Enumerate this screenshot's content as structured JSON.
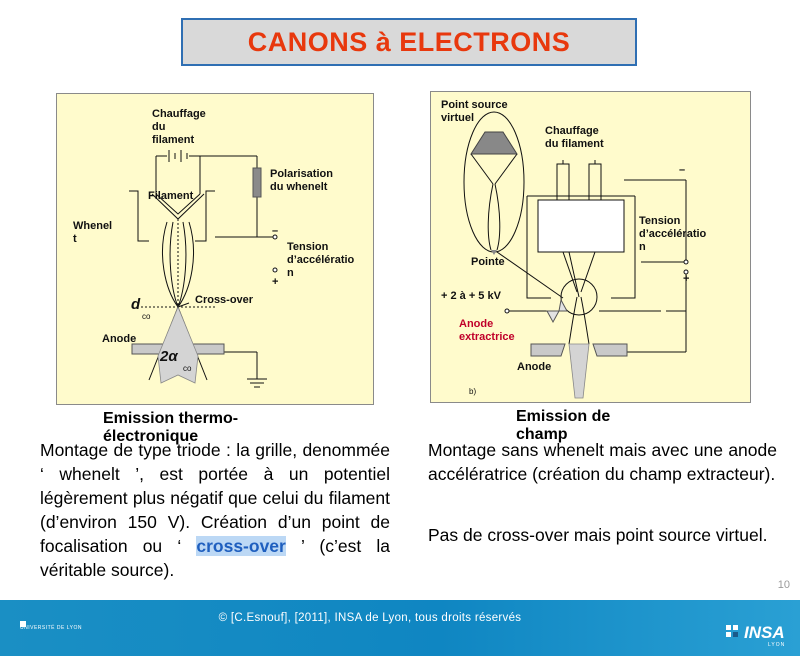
{
  "title": "CANONS à ELECTRONS",
  "left_figure": {
    "labels": {
      "chauffage": "Chauffage\ndu\nfilament",
      "polarisation": "Polarisation\ndu whenelt",
      "filament": "Filament",
      "whenelt": "Whenel\nt",
      "tension": "Tension\nd’accélératio\nn",
      "minus": "–",
      "plus": "+",
      "dco": "d",
      "dco_sub": "co",
      "crossover": "Cross-over",
      "anode": "Anode",
      "alpha": "2α",
      "alpha_sub": "co"
    },
    "caption": "Emission thermo-\nélectronique"
  },
  "right_figure": {
    "labels": {
      "point_source": "Point source\nvirtuel",
      "chauffage": "Chauffage\ndu filament",
      "tension": "Tension\nd’accélératio\nn",
      "minus": "–",
      "plus": "+",
      "pointe": "Pointe",
      "kv": "+ 2  à + 5  kV",
      "anode_extractrice": "Anode\nextractrice",
      "anode": "Anode",
      "panel": "b)"
    },
    "caption": "Emission de\nchamp"
  },
  "left_text": {
    "part1": "Montage de type triode : la grille, denommée ‘ whenelt ’, est portée à un potentiel légèrement plus négatif que celui du filament (d’environ 150 V). Création d’un point de focalisation ou ‘ ",
    "highlight": "cross-over",
    "part2": " ’ (c’est la véritable source)."
  },
  "right_text": {
    "p1": "Montage sans whenelt mais avec une anode accélératrice (création du champ extracteur).",
    "p2": "Pas de cross-over mais point source virtuel."
  },
  "page_number": "10",
  "footer": {
    "copyright": "© [C.Esnouf], [2011], INSA de Lyon, tous droits réservés",
    "logo_left": "UNIVERSITÉ DE LYON",
    "logo_right": "INSA",
    "logo_right_sub": "LYON"
  },
  "colors": {
    "title": "#e8380d",
    "title_border": "#2f6fb3",
    "figure_bg": "#fffbcc",
    "footer": "#1a8fc4",
    "highlight": "#1f5fbf"
  }
}
